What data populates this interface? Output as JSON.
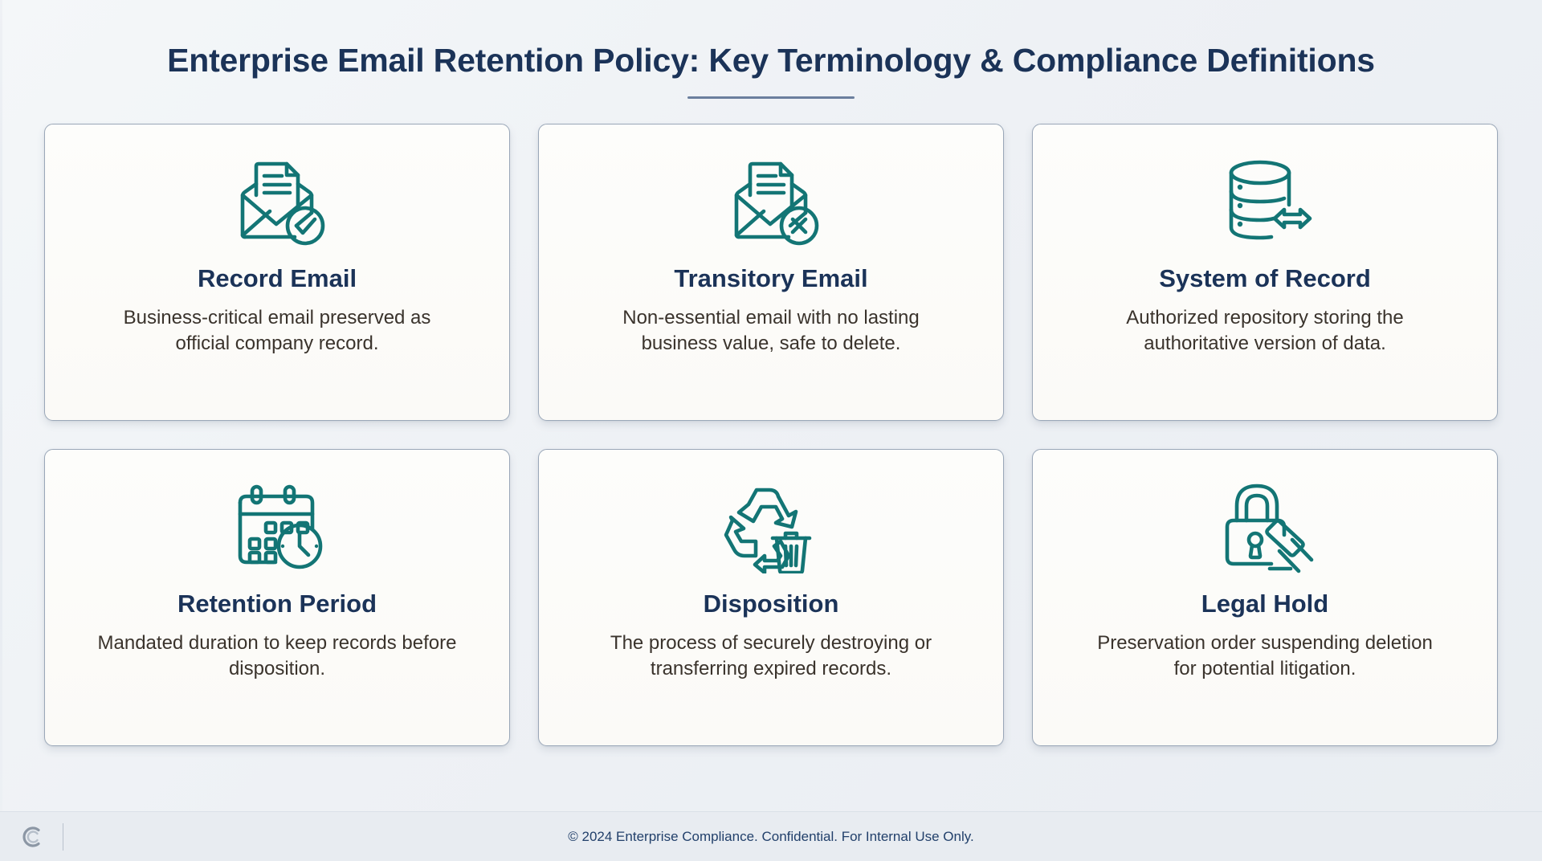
{
  "page": {
    "title": "Enterprise Email Retention Policy: Key Terminology & Compliance Definitions",
    "accent_color": "#6b7f9e",
    "title_color": "#1b3358",
    "icon_color": "#137575",
    "background_color": "#eef1f5",
    "card_background": "#fdfdfb",
    "card_border_color": "#9aa7b8",
    "body_text_color": "#3a332c"
  },
  "cards": [
    {
      "icon": "envelope-document-check-icon",
      "title": "Record Email",
      "description": "Business-critical email preserved as official company record."
    },
    {
      "icon": "envelope-document-x-icon",
      "title": "Transitory Email",
      "description": "Non-essential email with no lasting business value, safe to delete."
    },
    {
      "icon": "database-transfer-icon",
      "title": "System of Record",
      "description": "Authorized repository storing the authoritative version of data."
    },
    {
      "icon": "calendar-clock-icon",
      "title": "Retention Period",
      "description": "Mandated duration to keep records before disposition."
    },
    {
      "icon": "recycle-trash-icon",
      "title": "Disposition",
      "description": "The process of securely destroying or transferring expired records."
    },
    {
      "icon": "padlock-gavel-icon",
      "title": "Legal Hold",
      "description": "Preservation order suspending deletion for potential litigation."
    }
  ],
  "footer": {
    "logo": "c-monogram-logo",
    "copyright": "© 2024 Enterprise Compliance. Confidential. For Internal Use Only."
  }
}
